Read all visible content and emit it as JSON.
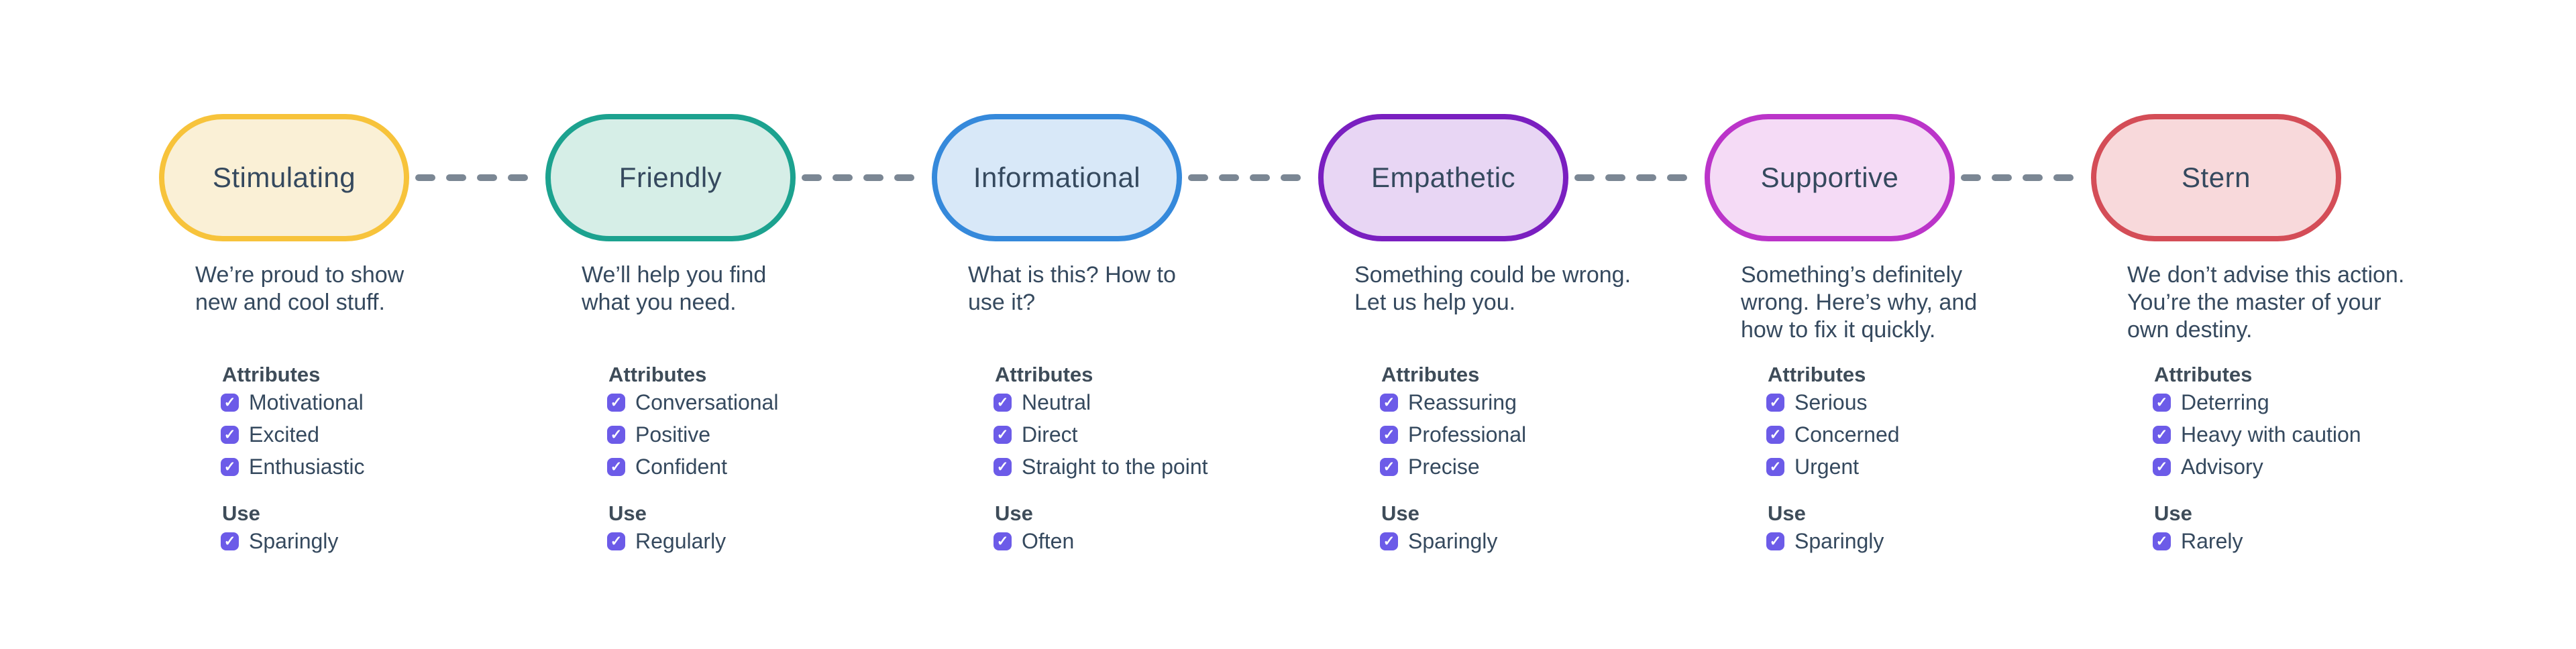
{
  "section_labels": {
    "attributes": "Attributes",
    "use": "Use"
  },
  "checkbox": {
    "checked": true,
    "color": "#6C5BE8",
    "check_glyph": "✓"
  },
  "connector": {
    "color": "#7B8794",
    "style": "dashed"
  },
  "text_color": "#35495E",
  "tones": [
    {
      "label": "Stimulating",
      "description": "We’re proud to show\nnew and cool stuff.",
      "attributes": [
        "Motivational",
        "Excited",
        "Enthusiastic"
      ],
      "use": "Sparingly",
      "border_color": "#F7C33B",
      "fill_color": "#FAF0D6"
    },
    {
      "label": "Friendly",
      "description": "We’ll help you find\nwhat you need.",
      "attributes": [
        "Conversational",
        "Positive",
        "Confident"
      ],
      "use": "Regularly",
      "border_color": "#1CA28F",
      "fill_color": "#D6EEE7"
    },
    {
      "label": "Informational",
      "description": "What is this? How to\nuse it?",
      "attributes": [
        "Neutral",
        "Direct",
        "Straight to the point"
      ],
      "use": "Often",
      "border_color": "#3589DB",
      "fill_color": "#D8E8F8"
    },
    {
      "label": "Empathetic",
      "description": "Something could be wrong.\nLet us help you.",
      "attributes": [
        "Reassuring",
        "Professional",
        "Precise"
      ],
      "use": "Sparingly",
      "border_color": "#7A1FC0",
      "fill_color": "#E8D6F4"
    },
    {
      "label": "Supportive",
      "description": "Something’s definitely\nwrong. Here’s why, and\nhow to fix it quickly.",
      "attributes": [
        "Serious",
        "Concerned",
        "Urgent"
      ],
      "use": "Sparingly",
      "border_color": "#BB34C9",
      "fill_color": "#F5DBF6"
    },
    {
      "label": "Stern",
      "description": "We don’t advise this action.\nYou’re the master of your\nown destiny.",
      "attributes": [
        "Deterring",
        "Heavy with caution",
        "Advisory"
      ],
      "use": "Rarely",
      "border_color": "#D44D57",
      "fill_color": "#F8D9DB"
    }
  ]
}
